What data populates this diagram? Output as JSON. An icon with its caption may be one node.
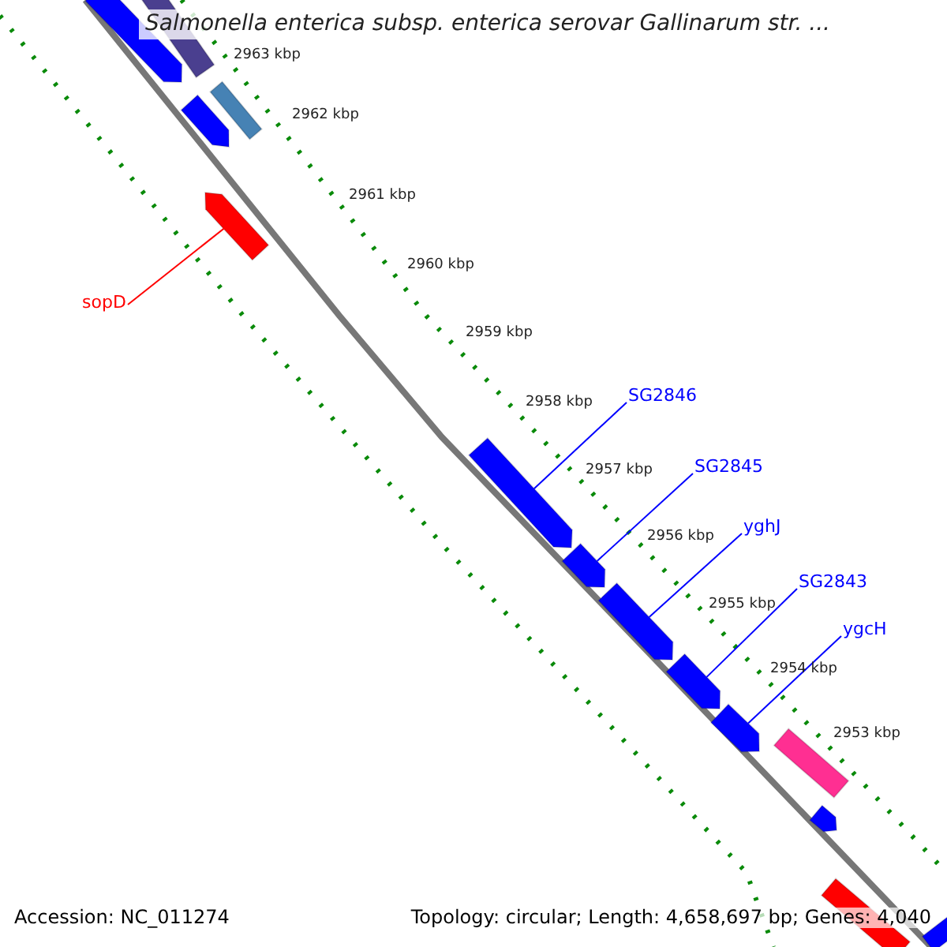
{
  "diagram": {
    "title": "Salmonella enterica subsp. enterica serovar Gallinarum str. ...",
    "nodes": [
      {
        "text": [],
        "shape": "bar"
      },
      {
        "text": [],
        "shape": "bar"
      },
      {
        "text": [],
        "shape": "bar"
      },
      {
        "text": [],
        "shape": "bar"
      },
      {
        "text": [],
        "shape": "bar"
      },
      {
        "text": [
          "sopD"
        ]
      },
      {
        "text": [
          "SG2846"
        ]
      },
      {
        "text": [],
        "shape": "bar"
      },
      {
        "text": [
          "SG2845"
        ]
      },
      {
        "text": [],
        "shape": "bar"
      },
      {
        "text": [
          "yghJ"
        ]
      },
      {
        "text": [],
        "shape": "bar"
      },
      {
        "text": [
          "SG2843"
        ]
      },
      {
        "text": [],
        "shape": "bar"
      },
      {
        "text": [
          "ygcH"
        ]
      },
      {
        "text": [],
        "shape": "bar"
      },
      {
        "text": [],
        "shape": "bar"
      },
      {
        "text": [],
        "shape": "bar"
      },
      {
        "text": [],
        "shape": "bar"
      },
      {
        "text": [],
        "shape": "bar"
      }
    ],
    "edges": [
      {
        "from": 5,
        "to": 4,
        "arrow": "none",
        "color": "#ff0000"
      },
      {
        "from": 6,
        "to": 7,
        "arrow": "none"
      },
      {
        "from": 8,
        "to": 9,
        "arrow": "none"
      },
      {
        "from": 10,
        "to": 11,
        "arrow": "none"
      },
      {
        "from": 12,
        "to": 13,
        "arrow": "none"
      },
      {
        "from": 14,
        "to": 15,
        "arrow": "none"
      }
    ],
    "labels": [
      "2963 kbp",
      "2962 kbp",
      "2961 kbp",
      "2960 kbp",
      "2959 kbp",
      "2958 kbp",
      "2957 kbp",
      "2956 kbp",
      "2955 kbp",
      "2954 kbp",
      "2953 kbp",
      "Accession: NC_011274",
      "Topology: circular; Length: 4,658,697 bp; Genes: 4,040"
    ]
  }
}
